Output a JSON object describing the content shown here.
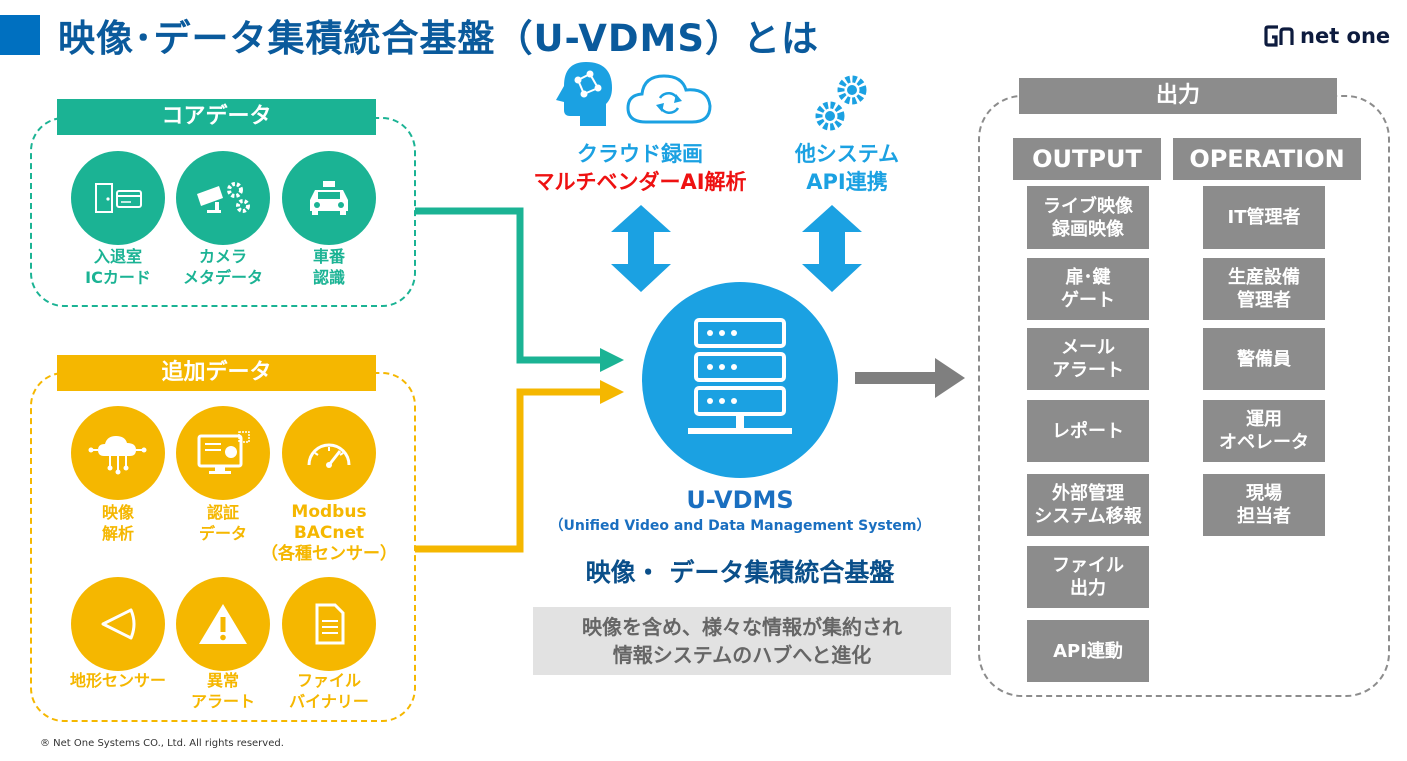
{
  "header": {
    "title": "映像･データ集積統合基盤（U-VDMS）とは",
    "logo_text": "net one"
  },
  "colors": {
    "teal": "#1bb394",
    "gold": "#f5b700",
    "blue": "#1ba1e2",
    "gray": "#8c8c8c",
    "red": "#ee1111"
  },
  "core": {
    "label": "コアデータ",
    "items": [
      {
        "icon": "door-card-icon",
        "line1": "入退室",
        "line2": "ICカード"
      },
      {
        "icon": "camera-gears-icon",
        "line1": "カメラ",
        "line2": "メタデータ"
      },
      {
        "icon": "car-icon",
        "line1": "車番",
        "line2": "認識"
      }
    ]
  },
  "additional": {
    "label": "追加データ",
    "items": [
      {
        "icon": "cloud-network-icon",
        "line1": "映像",
        "line2": "解析",
        "line3": ""
      },
      {
        "icon": "auth-screen-icon",
        "line1": "認証",
        "line2": "データ",
        "line3": ""
      },
      {
        "icon": "gauge-icon",
        "line1": "Modbus",
        "line2": "BACnet",
        "line3": "（各種センサー）"
      },
      {
        "icon": "sensor-icon",
        "line1": "地形センサー",
        "line2": "",
        "line3": ""
      },
      {
        "icon": "warning-icon",
        "line1": "異常",
        "line2": "アラート",
        "line3": ""
      },
      {
        "icon": "file-icon",
        "line1": "ファイル",
        "line2": "バイナリー",
        "line3": ""
      }
    ]
  },
  "top": {
    "cloud_line1": "クラウド録画",
    "cloud_line2": "マルチベンダーAI解析",
    "other_line1": "他システム",
    "other_line2": "API連携"
  },
  "center": {
    "name": "U-VDMS",
    "fullname": "（Unified Video and Data Management System）",
    "subtitle": "映像・ データ集積統合基盤",
    "desc_line1": "映像を含め、様々な情報が集約され",
    "desc_line2": "情報システムのハブへと進化"
  },
  "output": {
    "label": "出力",
    "col1_header": "OUTPUT",
    "col2_header": "OPERATION",
    "col1": [
      [
        "ライブ映像",
        "録画映像"
      ],
      [
        "扉･鍵",
        "ゲート"
      ],
      [
        "メール",
        "アラート"
      ],
      [
        "レポート"
      ],
      [
        "外部管理",
        "システム移報"
      ],
      [
        "ファイル",
        "出力"
      ],
      [
        "API連動"
      ]
    ],
    "col2": [
      [
        "IT管理者"
      ],
      [
        "生産設備",
        "管理者"
      ],
      [
        "警備員"
      ],
      [
        "運用",
        "オペレータ"
      ],
      [
        "現場",
        "担当者"
      ]
    ]
  },
  "footer": "® Net One Systems CO., Ltd. All rights reserved."
}
